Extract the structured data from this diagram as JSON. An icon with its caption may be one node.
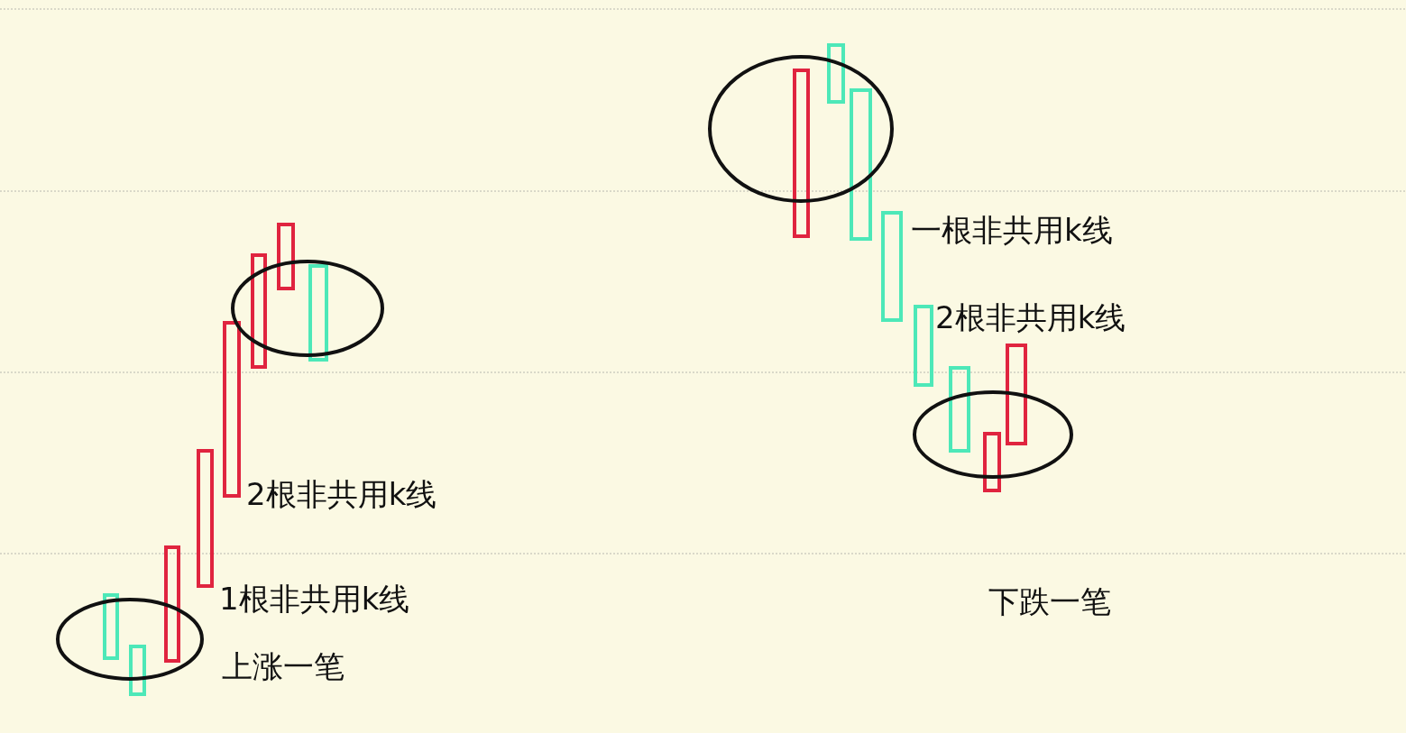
{
  "diagram": {
    "labels": [
      "一根非共用k线",
      "2根非共用k线",
      "2根非共用k线",
      "1根非共用k线",
      "下跌一笔",
      "上涨一笔"
    ]
  }
}
